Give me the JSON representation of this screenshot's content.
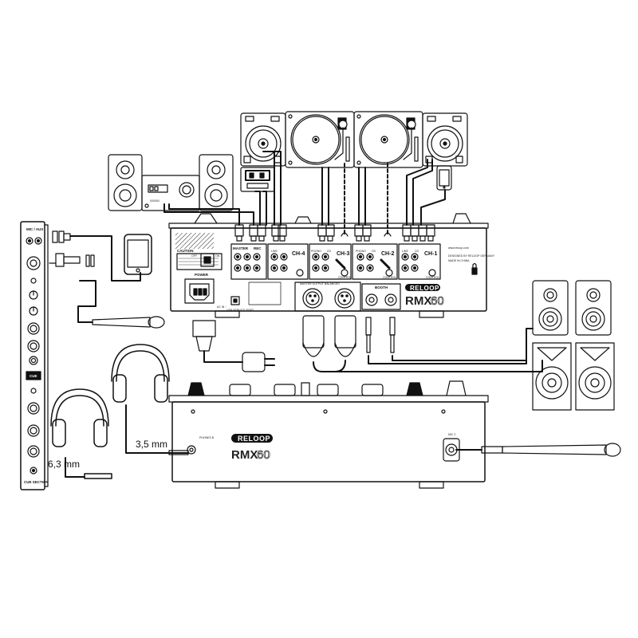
{
  "side_panel": {
    "top_label": "MIC / AUX",
    "cue_label": "CUE",
    "bottom_label": "CUE SECTION"
  },
  "rear_panel": {
    "caution": "CAUTION",
    "off": "OFF",
    "on": "ON",
    "power": "POWER",
    "ac_in": "AC IN ~",
    "usb_label": "USB SERVICE PORT",
    "master": "MASTER",
    "rec": "REC",
    "ch4": "CH-4",
    "ch3": "CH-3",
    "ch2": "CH-2",
    "ch1": "CH-1",
    "line": "LINE",
    "phono": "PHONO",
    "cd": "CD",
    "control": "CONTROL",
    "master_output": "MASTER OUTPUT BALANCED",
    "booth": "BOOTH",
    "brand": "RELOOP",
    "model_bold": "RMX",
    "model_thin": "60",
    "website": "www.reloop.com",
    "designed_by": "DESIGNED BY RELOOP GERMANY",
    "made_in": "MADE IN CHINA"
  },
  "front_panel": {
    "phones_label": "PHONES B",
    "mic_label": "MIC 2",
    "brand": "RELOOP",
    "model_bold": "RMX",
    "model_thin": "60"
  },
  "hifi_display": "000000",
  "dimensions": {
    "jack_35": "3,5 mm",
    "jack_63": "6,3 mm"
  }
}
